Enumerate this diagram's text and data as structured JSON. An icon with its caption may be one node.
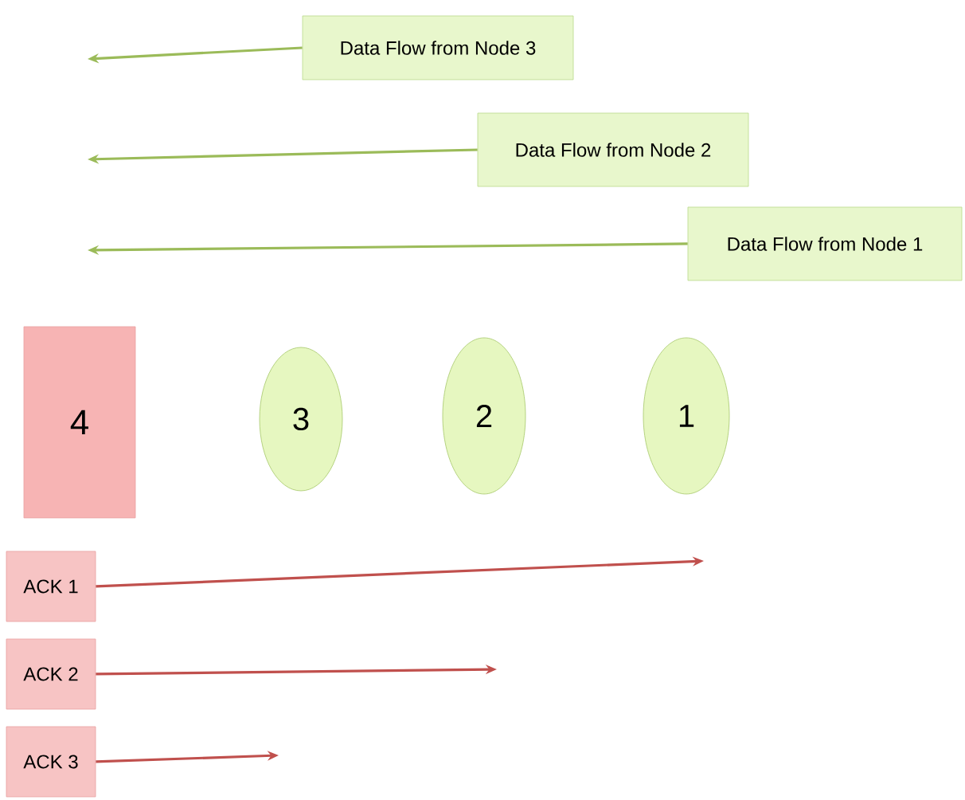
{
  "diagram": {
    "nodes": [
      {
        "text": [
          "Data Flow from Node 3"
        ]
      },
      {
        "text": [
          "Data Flow from Node 2"
        ]
      },
      {
        "text": [
          "Data Flow from Node 1"
        ]
      },
      {
        "text": [
          "4"
        ]
      },
      {
        "text": [
          "3"
        ]
      },
      {
        "text": [
          "2"
        ]
      },
      {
        "text": [
          "1"
        ]
      },
      {
        "text": [
          "ACK 1"
        ]
      },
      {
        "text": [
          "ACK 2"
        ]
      },
      {
        "text": [
          "ACK 3"
        ]
      }
    ],
    "edges": [
      {
        "from": 0,
        "to": null,
        "arrow": "to",
        "color": "#9bbb59"
      },
      {
        "from": 1,
        "to": null,
        "arrow": "to",
        "color": "#9bbb59"
      },
      {
        "from": 2,
        "to": null,
        "arrow": "to",
        "color": "#9bbb59"
      },
      {
        "from": 7,
        "to": null,
        "arrow": "to",
        "color": "#c0504d"
      },
      {
        "from": 8,
        "to": null,
        "arrow": "to",
        "color": "#c0504d"
      },
      {
        "from": 9,
        "to": null,
        "arrow": "to",
        "color": "#c0504d"
      }
    ]
  }
}
